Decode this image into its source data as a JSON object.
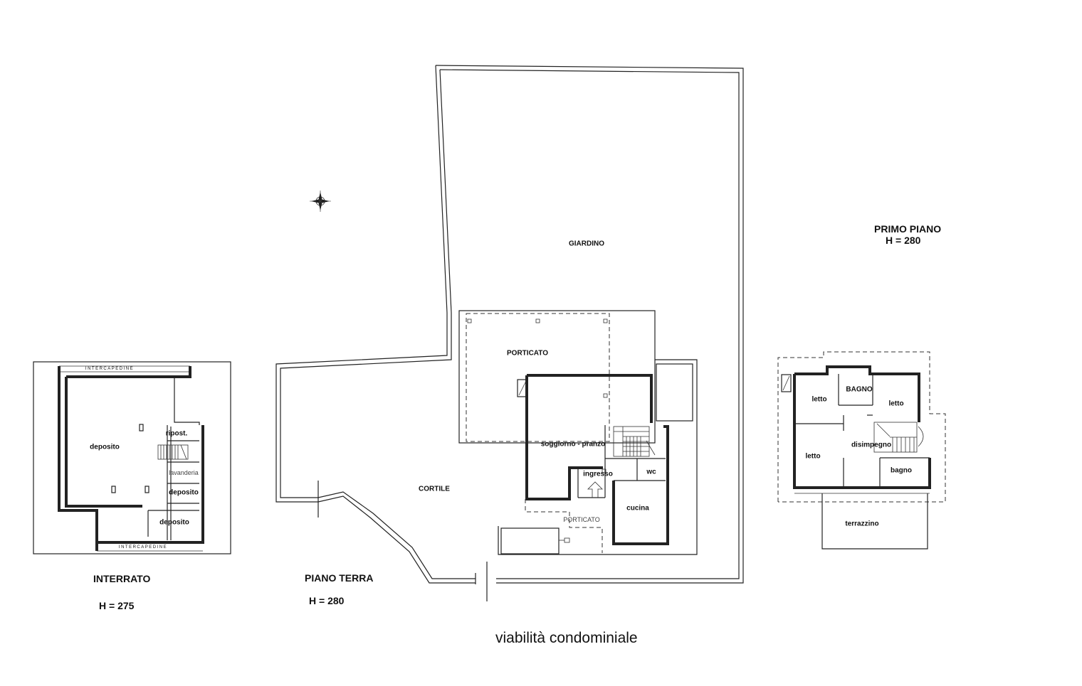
{
  "floors": {
    "interrato": {
      "name": "INTERRATO",
      "height": "H = 275"
    },
    "piano_terra": {
      "name": "PIANO TERRA",
      "height": "H = 280"
    },
    "primo_piano": {
      "name": "PRIMO PIANO",
      "height": "H = 280"
    }
  },
  "interrato_rooms": {
    "intercapedine_top": "INTERCAPEDINE",
    "intercapedine_bottom": "INTERCAPEDINE",
    "deposito_main": "deposito",
    "ripost": "ripost.",
    "lavanderia": "lavanderia",
    "deposito_small": "deposito",
    "deposito_bottom": "deposito"
  },
  "piano_terra_rooms": {
    "giardino": "GIARDINO",
    "porticato_top": "PORTICATO",
    "soggiorno": "soggiorno - pranzo",
    "ingresso": "ingresso",
    "wc": "wc",
    "cucina": "cucina",
    "porticato_bottom": "PORTICATO",
    "cortile": "CORTILE"
  },
  "primo_piano_rooms": {
    "letto_1": "letto",
    "bagno_top": "BAGNO",
    "letto_2": "letto",
    "letto_3": "letto",
    "disimpegno": "disimpegno",
    "bagno": "bagno",
    "terrazzino": "terrazzino"
  },
  "footer": {
    "road": "viabilità condominiale"
  },
  "icons": {
    "compass": "compass-rose-icon"
  }
}
